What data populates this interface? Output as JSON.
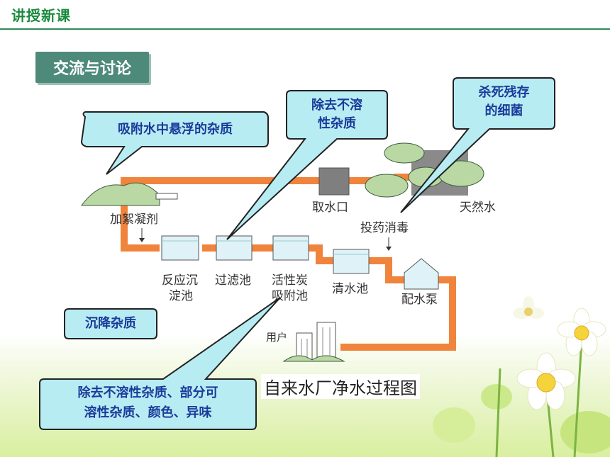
{
  "header": {
    "title": "讲授新课"
  },
  "section": {
    "label": "交流与讨论"
  },
  "diagram": {
    "caption": "自来水厂净水过程图",
    "stations": {
      "intake": "取水口",
      "natural_water": "天然水",
      "coagulant": "加絮凝剂",
      "settling_tank": [
        "反应沉",
        "淀池"
      ],
      "filter_tank": "过滤池",
      "carbon_tank": [
        "活性炭",
        "吸附池"
      ],
      "clear_water_tank": "清水池",
      "pump": "配水泵",
      "disinfection": "投药消毒",
      "user": "用户"
    },
    "callouts": {
      "adsorb": "吸附水中悬浮的杂质",
      "remove_insoluble": [
        "除去不溶",
        "性杂质"
      ],
      "kill_bacteria": [
        "杀死残存",
        "的细菌"
      ],
      "settle": "沉降杂质",
      "carbon": [
        "除去不溶性杂质、部分可",
        "溶性杂质、颜色、异味"
      ]
    }
  },
  "colors": {
    "pipe": "#f0843c",
    "callout_fill": "#b8ecf3",
    "callout_text": "#1a3b9a",
    "accent": "#4d8a7a"
  }
}
